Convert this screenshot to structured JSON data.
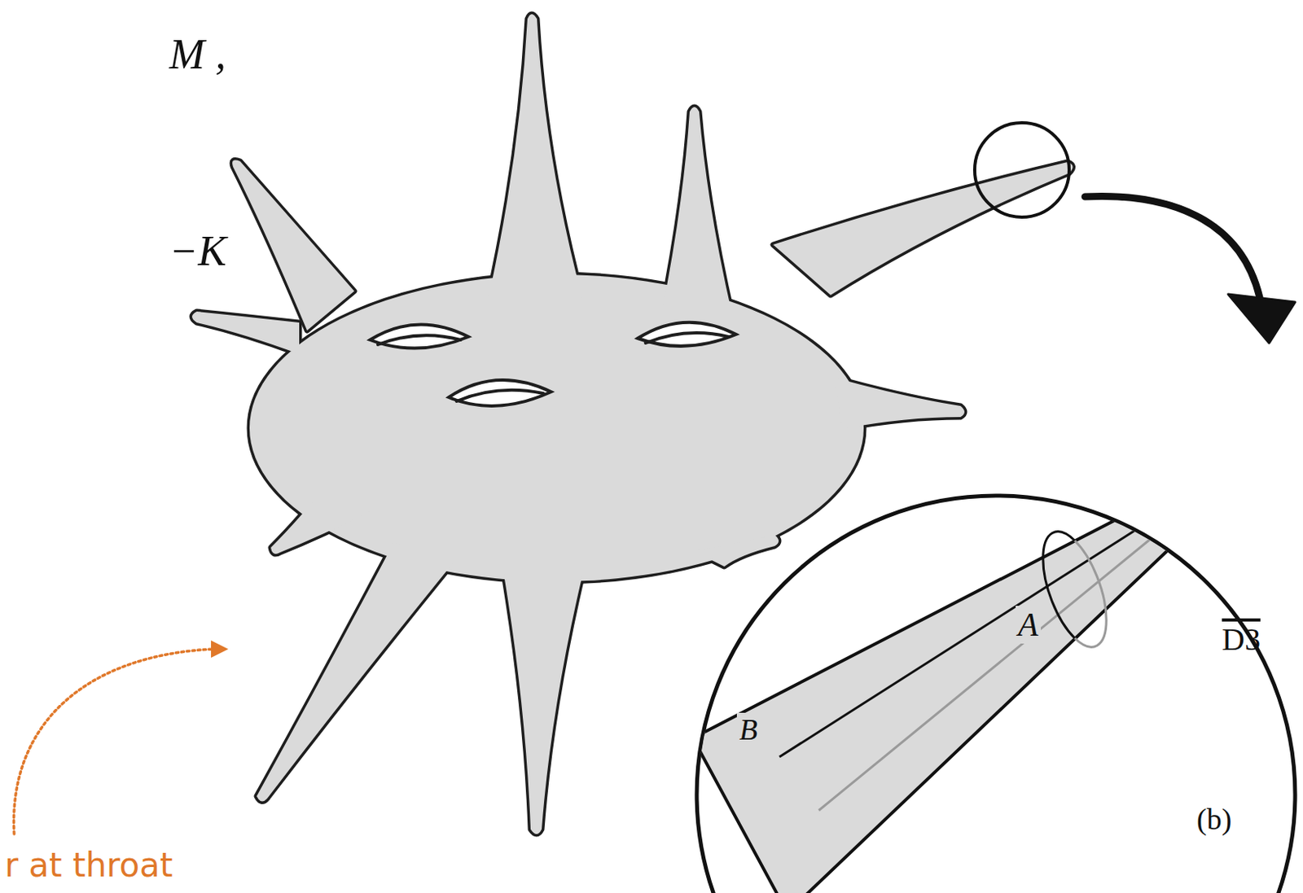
{
  "diagram": {
    "labels": [
      "M ,",
      "−K",
      "D3",
      "A",
      "B",
      "(b)",
      "r at throat"
    ]
  }
}
